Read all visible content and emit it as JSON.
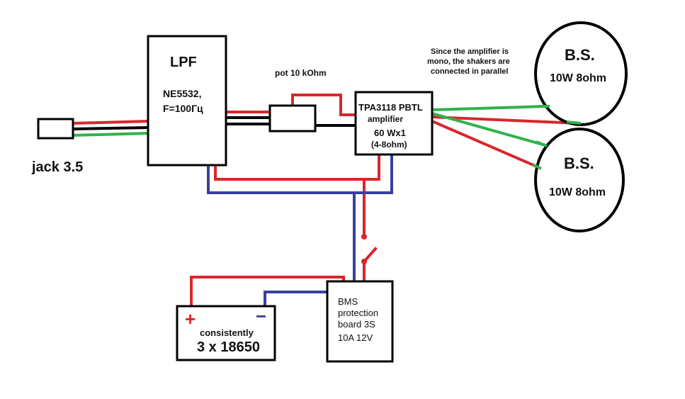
{
  "colors": {
    "red": "#d9262c",
    "blue": "#3a3fa0",
    "green": "#2fb34a",
    "black": "#000000"
  },
  "jack": {
    "label": "jack 3.5"
  },
  "lpf": {
    "title": "LPF",
    "line1": "NE5532,",
    "line2": "F=100Гц"
  },
  "pot": {
    "label": "pot 10 kOhm"
  },
  "amplifier": {
    "line1": "TPA3118 PBTL",
    "line2": "amplifier",
    "line3": "60 Wx1",
    "line4": "(4-8ohm)"
  },
  "note": {
    "line1": "Since the amplifier is",
    "line2": "mono, the shakers are",
    "line3": "connected in parallel"
  },
  "shaker1": {
    "title": "B.S.",
    "spec": "10W 8ohm"
  },
  "shaker2": {
    "title": "B.S.",
    "spec": "10W 8ohm"
  },
  "bms": {
    "line1": "BMS",
    "line2": "protection",
    "line3": "board 3S",
    "line4": "10A 12V"
  },
  "battery": {
    "plus": "+",
    "minus": "−",
    "line1": "consistently",
    "line2": "3 x 18650"
  }
}
